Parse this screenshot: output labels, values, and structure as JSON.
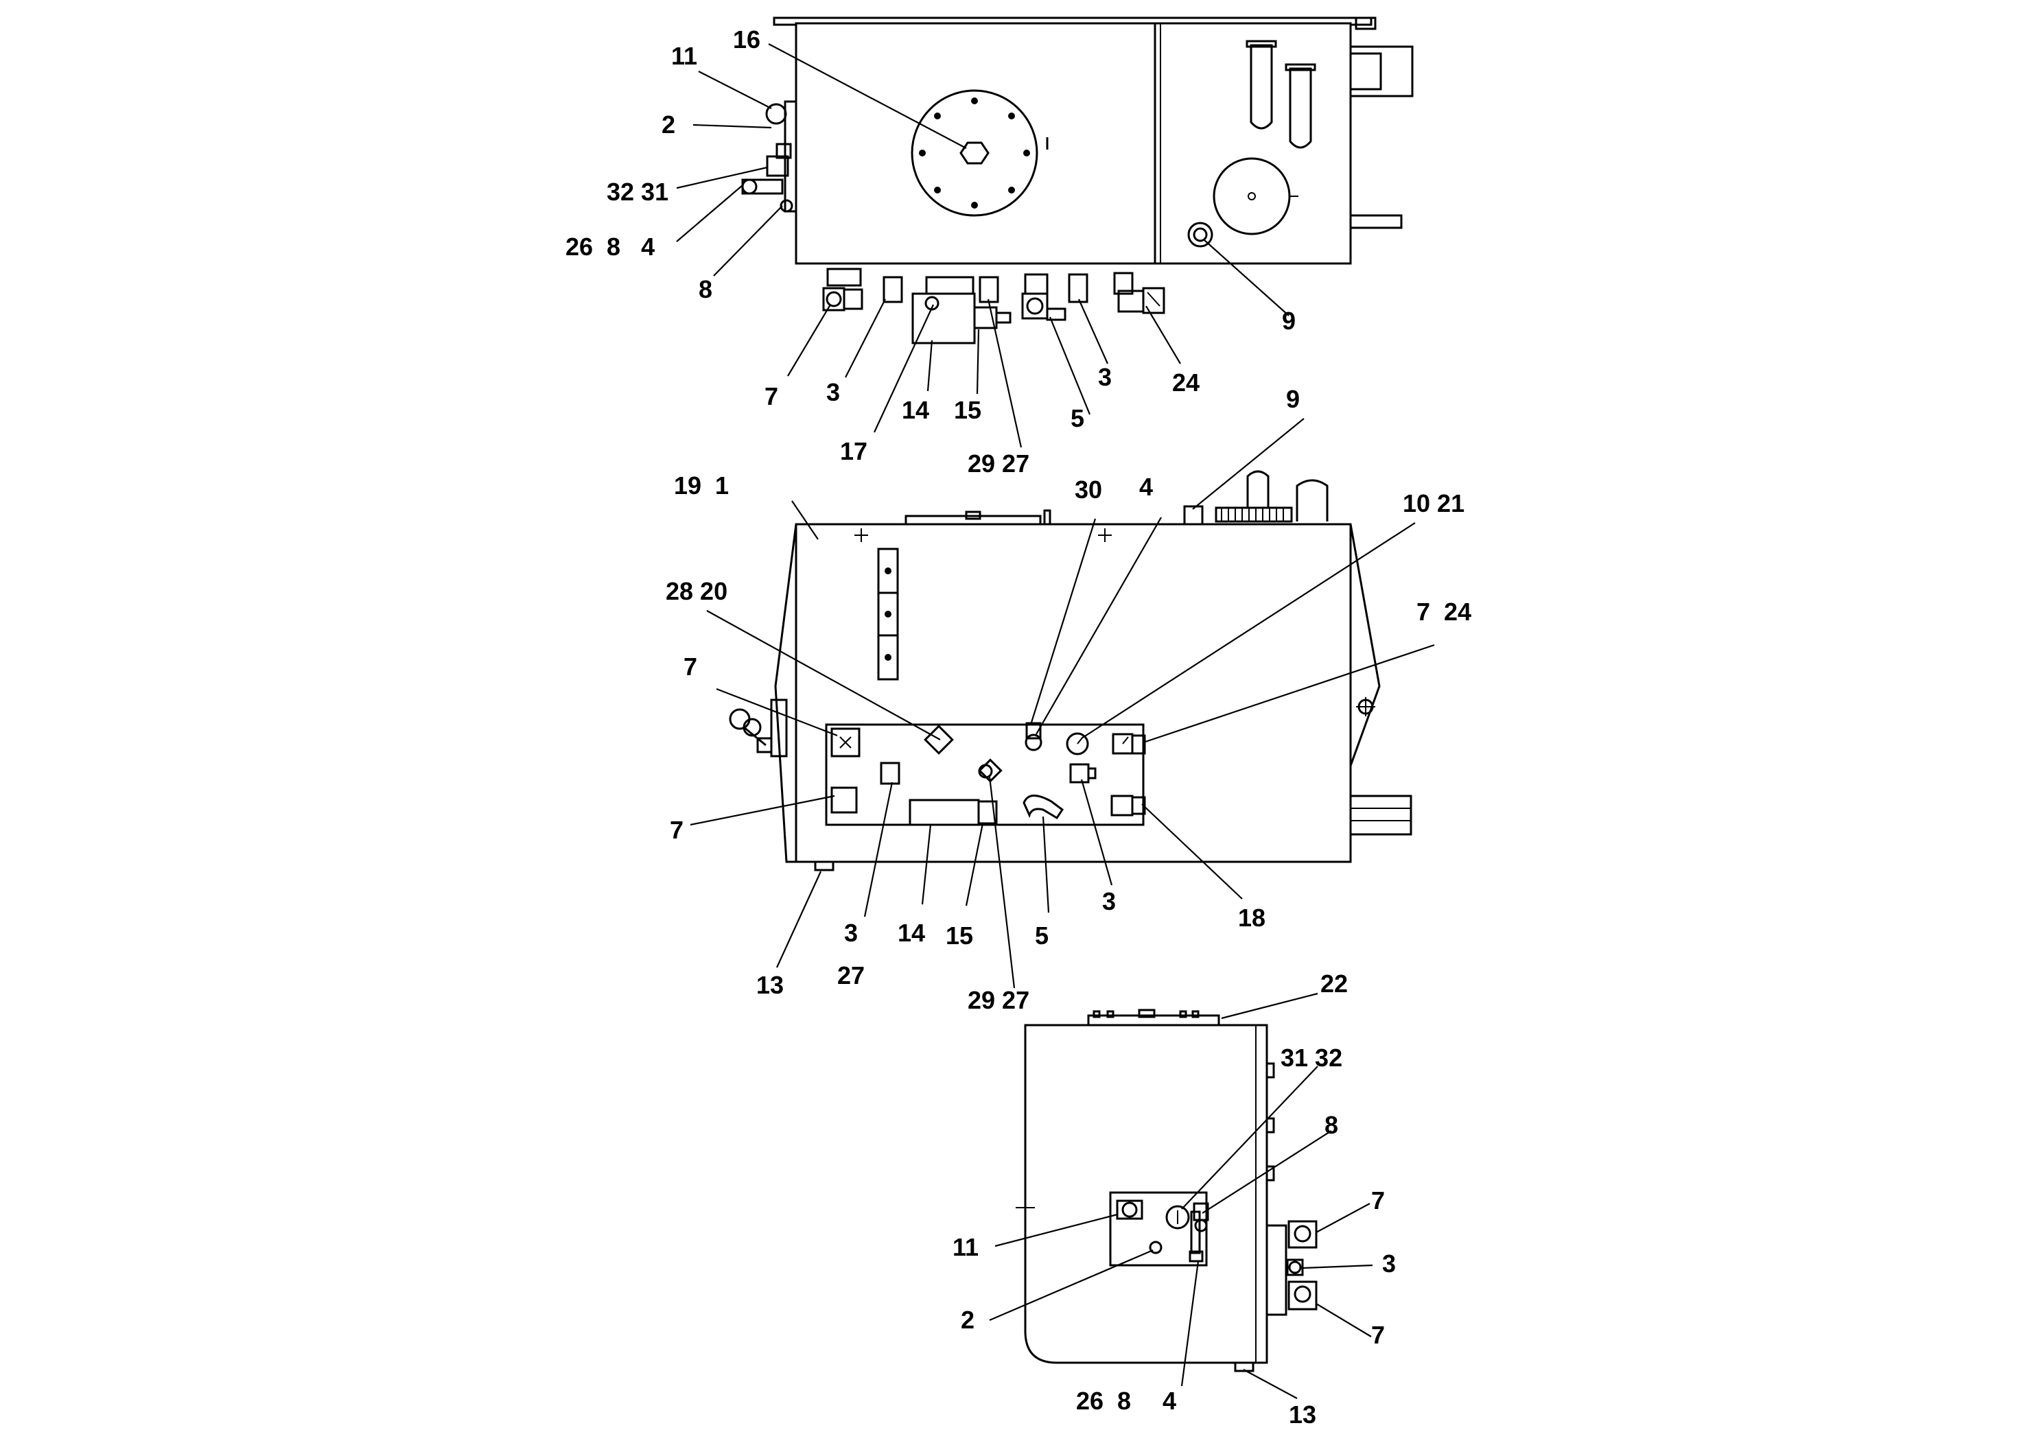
{
  "views": {
    "top": {
      "labels": [
        "16",
        "11",
        "2",
        "32 31",
        "26  8   4",
        "8",
        "9",
        "7",
        "3",
        "17",
        "14",
        "15",
        "29 27",
        "5",
        "3",
        "24"
      ]
    },
    "front": {
      "labels": [
        "9",
        "19  1",
        "30",
        "4",
        "10 21",
        "28 20",
        "7  24",
        "7",
        "7",
        "13",
        "3",
        "27",
        "14",
        "15",
        "29 27",
        "5",
        "3",
        "18"
      ]
    },
    "side": {
      "labels": [
        "22",
        "31 32",
        "8",
        "7",
        "11",
        "3",
        "2",
        "7",
        "26  8",
        "4",
        "13"
      ]
    }
  }
}
